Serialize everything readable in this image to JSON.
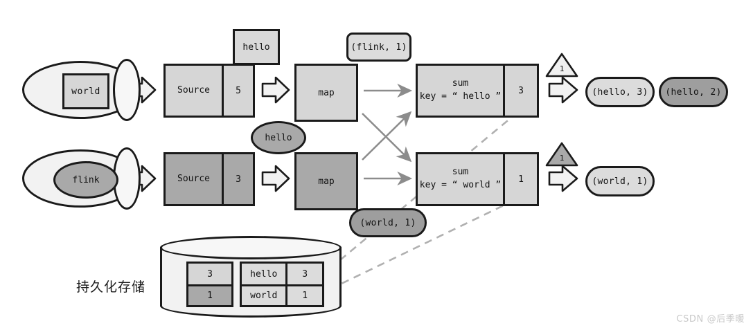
{
  "diagram": {
    "title_cn": "持久化存储",
    "watermark": "CSDN @后季暖",
    "colors": {
      "stroke": "#1a1a1a",
      "light_fill": "#d6d6d6",
      "dark_fill": "#a9a9a9",
      "cyl_fill": "#f2f2f2",
      "arrow_grey": "#8c8c8c",
      "dashed_grey": "#b0b0b0",
      "watermark": "#c9c9c9"
    },
    "rows": [
      {
        "id": "row-1",
        "stream_record": "world",
        "source": {
          "label": "Source",
          "count": "5"
        },
        "source_tag": "hello",
        "map": {
          "label": "map"
        },
        "emit_pill": "(flink, 1)",
        "sum": {
          "label": "sum\nkey = “ hello ”",
          "count": "3"
        },
        "barrier": "1",
        "output": "(hello, 3)",
        "output_prev": "(hello, 2)"
      },
      {
        "id": "row-2",
        "stream_record": "flink",
        "source": {
          "label": "Source",
          "count": "3"
        },
        "source_tag": "hello",
        "map": {
          "label": "map"
        },
        "emit_pill": "(world, 1)",
        "sum": {
          "label": "sum\nkey = “ world ”",
          "count": "1"
        },
        "barrier": "1",
        "output": "(world, 1)"
      }
    ],
    "storage": {
      "label": "持久化存储",
      "state_cells": [
        "3",
        "1"
      ],
      "table": {
        "rows": [
          {
            "key": "hello",
            "value": "3"
          },
          {
            "key": "world",
            "value": "1"
          }
        ]
      }
    },
    "icons": {
      "cursor": "resize-cursor-icon",
      "block_arrow": "block-arrow-icon",
      "flow_arrow": "flow-arrow-icon",
      "dashed_arrow": "dashed-arrow-icon",
      "checkpoint_barrier": "checkpoint-barrier-triangle-icon"
    }
  }
}
